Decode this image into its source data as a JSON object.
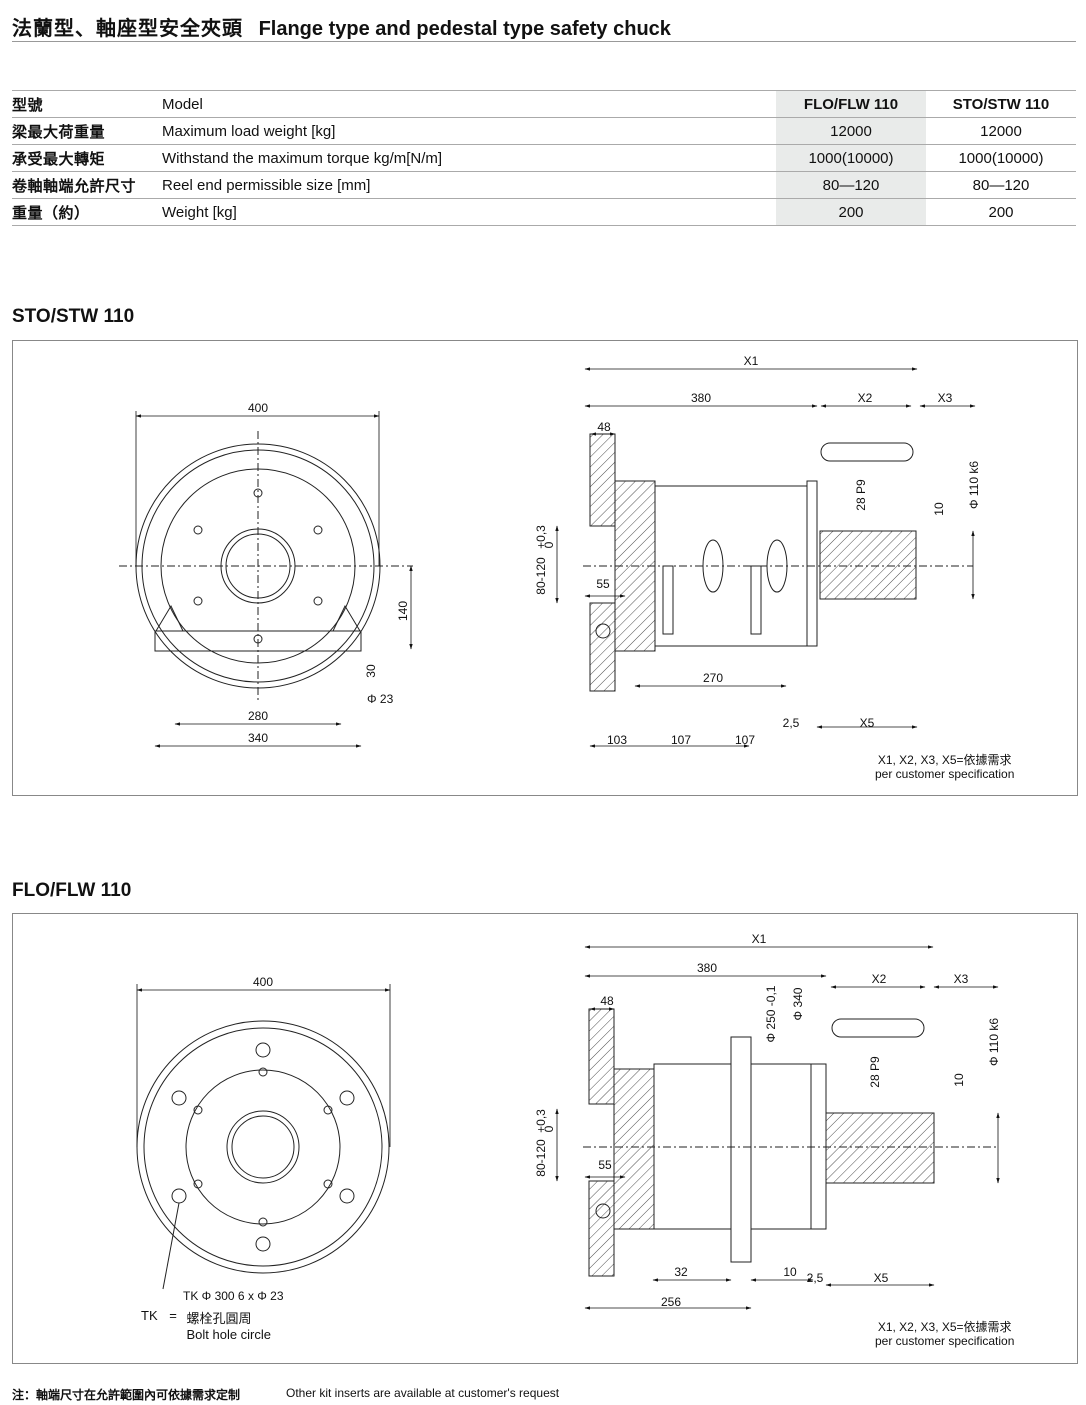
{
  "header": {
    "title_cn": "法蘭型、軸座型安全夾頭",
    "title_en": "Flange type and pedestal type safety chuck"
  },
  "spec_table": {
    "rows": [
      {
        "cn": "型號",
        "en": "Model",
        "v1": "FLO/FLW 110",
        "v2": "STO/STW 110"
      },
      {
        "cn": "梁最大荷重量",
        "en": "Maximum load weight [kg]",
        "v1": "12000",
        "v2": "12000"
      },
      {
        "cn": "承受最大轉矩",
        "en": "Withstand the maximum torque kg/m[N/m]",
        "v1": "1000(10000)",
        "v2": "1000(10000)"
      },
      {
        "cn": "卷軸軸端允許尺寸",
        "en": "Reel end permissible size [mm]",
        "v1": "80—120",
        "v2": "80—120"
      },
      {
        "cn": "重量（約）",
        "en": "Weight [kg]",
        "v1": "200",
        "v2": "200"
      }
    ]
  },
  "sto_section": {
    "title": "STO/STW 110",
    "dims": {
      "d400": "400",
      "d140": "140",
      "d30": "30",
      "d23": "Φ 23",
      "d280": "280",
      "d340": "340",
      "x1": "X1",
      "d380": "380",
      "x2": "X2",
      "x3": "X3",
      "d48": "48",
      "p9": "28 P9",
      "d10": "10",
      "k6": "Φ 110 k6",
      "reel": "80-120",
      "tol_up": "+0,3",
      "tol_low": "0",
      "d55": "55",
      "d270": "270",
      "d25": "2,5",
      "x5": "X5",
      "d103": "103",
      "d107a": "107",
      "d107b": "107"
    },
    "note_cn": "X1, X2, X3, X5=依據需求",
    "note_en": "per customer specification"
  },
  "flo_section": {
    "title": "FLO/FLW 110",
    "dims": {
      "d400": "400",
      "tk": "TK Φ 300 6 x Φ 23",
      "x1": "X1",
      "d380": "380",
      "x2": "X2",
      "x3": "X3",
      "d48": "48",
      "d250": "Φ 250 -0,1",
      "d340": "Φ 340",
      "p9": "28 P9",
      "d10": "10",
      "k6": "Φ 110 k6",
      "reel": "80-120",
      "tol_up": "+0,3",
      "tol_low": "0",
      "d55": "55",
      "d32": "32",
      "d10b": "10",
      "d25": "2,5",
      "x5": "X5",
      "d256": "256"
    },
    "tk_label": "TK",
    "tk_eq": "=",
    "tk_cn": "螺栓孔圓周",
    "tk_en": "Bolt hole circle",
    "note_cn": "X1, X2, X3, X5=依據需求",
    "note_en": "per customer specification"
  },
  "footer": {
    "note_cn": "注：軸端尺寸在允許範圍內可依據需求定制",
    "note_en": "Other kit inserts are available at customer's request"
  }
}
